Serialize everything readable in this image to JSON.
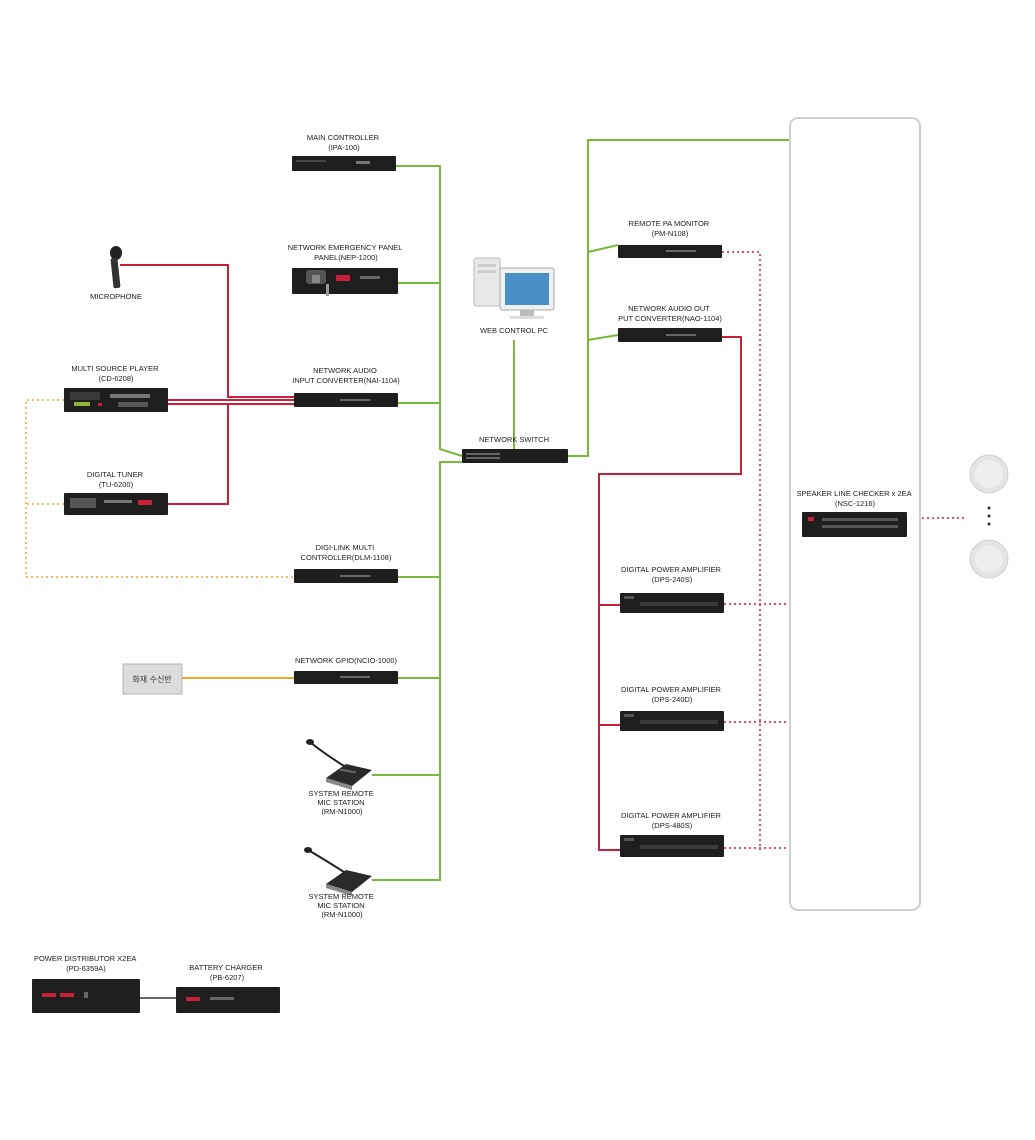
{
  "labels": {
    "main_controller": [
      "MAIN CONTROLLER",
      "(IPA-100)"
    ],
    "emergency_panel": [
      "NETWORK EMERGENCY PANEL",
      "PANEL(NEP-1200)"
    ],
    "microphone": [
      "MICROPHONE"
    ],
    "nai": [
      "NETWORK AUDIO",
      "INPUT CONVERTER(NAI-1104)"
    ],
    "cd_player": [
      "MULTI SOURCE PLAYER",
      "(CD-6208)"
    ],
    "tuner": [
      "DIGITAL TUNER",
      "(TU-6200)"
    ],
    "web_pc": [
      "WEB CONTROL PC"
    ],
    "network_switch": [
      "NETWORK SWITCH"
    ],
    "dlm": [
      "DIGI-LINK MULTI",
      "CONTROLLER(DLM-1108)"
    ],
    "fire_panel": [
      "화재 수신반"
    ],
    "gpio": [
      "NETWORK GPIO(NCIO-1000)"
    ],
    "mic_station_1": [
      "SYSTEM REMOTE",
      "MIC STATION",
      "(RM-N1000)"
    ],
    "mic_station_2": [
      "SYSTEM REMOTE",
      "MIC STATION",
      "(RM-N1000)"
    ],
    "pa_monitor": [
      "REMOTE PA MONITOR",
      "(PM-N108)"
    ],
    "nao": [
      "NETWORK AUDIO OUT",
      "PUT CONVERTER(NAO-1104)"
    ],
    "amp_1": [
      "DIGITAL POWER AMPLIFIER",
      "(DPS-240S)"
    ],
    "amp_2": [
      "DIGITAL POWER AMPLIFIER",
      "(DPS-240D)"
    ],
    "amp_3": [
      "DIGITAL POWER AMPLIFIER",
      "(DPS-480S)"
    ],
    "line_checker": [
      "SPEAKER LINE CHECKER x 2EA",
      "(NSC-1216)"
    ],
    "power_distributor": [
      "POWER DISTRIBUTOR X2EA",
      "(PD-6359A)"
    ],
    "battery_charger": [
      "BATTERY CHARGER",
      "(PB-6207)"
    ]
  },
  "colors": {
    "network_line": "#7ab83a",
    "audio_line": "#c8203a",
    "control_line": "#f0a62a",
    "equipment": "#1e1e1e"
  }
}
